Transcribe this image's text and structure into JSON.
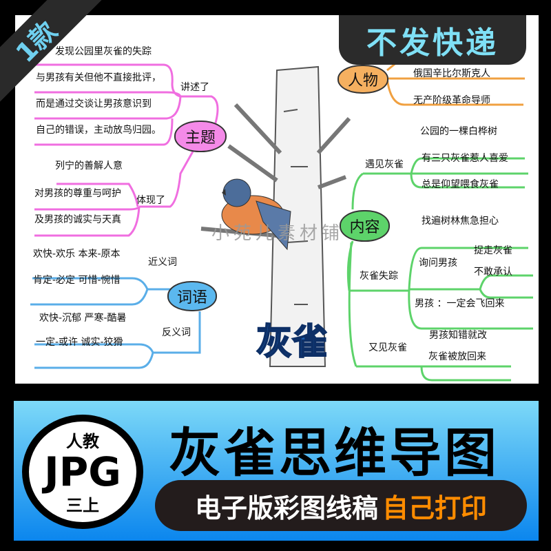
{
  "corner_badge": "1款",
  "top_tag": "不发快递",
  "title": "灰雀",
  "watermark": "小苑儿素材铺",
  "colors": {
    "theme": "#f06ee0",
    "words": "#5aaee8",
    "person": "#f0a040",
    "content": "#5dd36a",
    "banner_top": "#7dd9f8",
    "banner_bottom": "#0b86ee",
    "accent_orange": "#ff8c00"
  },
  "theme": {
    "label": "主题",
    "branches": [
      {
        "label": "讲述了",
        "items": [
          "发现公园里灰雀的失踪",
          "与男孩有关但他不直接批评，",
          "而是通过交谈让男孩意识到",
          "自己的错误，主动放鸟归园。"
        ]
      },
      {
        "label": "体现了",
        "items": [
          "列宁的善解人意",
          "对男孩的尊重与呵护",
          "及男孩的诚实与天真"
        ]
      }
    ]
  },
  "words": {
    "label": "词语",
    "branches": [
      {
        "label": "近义词",
        "items": [
          "欢快-欢乐 本来-原本",
          "肯定-必定 可惜-惋惜"
        ]
      },
      {
        "label": "反义词",
        "items": [
          "欢快-沉郁 严寒-酷暑",
          "一定-或许 诚实-狡猾"
        ]
      }
    ]
  },
  "person": {
    "label": "人物",
    "items": [
      "俄国辛比尔斯克人",
      "无产阶级革命导师"
    ]
  },
  "content": {
    "label": "内容",
    "branches": [
      {
        "label": "遇见灰雀",
        "items": [
          "公园的一棵白桦树",
          "有三只灰雀惹人喜爱",
          "总是仰望喂食灰雀"
        ]
      },
      {
        "label": "灰雀失踪",
        "items": [
          "找遍树林焦急担心",
          "男孩 ：一定会飞回来"
        ],
        "sub": {
          "label": "询问男孩",
          "items": [
            "捉走灰雀",
            "不敢承认"
          ]
        }
      },
      {
        "label": "又见灰雀",
        "items": [
          "男孩知错就改",
          "灰雀被放回来"
        ]
      }
    ]
  },
  "banner": {
    "badge_top": "人教",
    "badge_format": "JPG",
    "badge_grade": "三上",
    "headline": "灰雀思维导图",
    "subline": "电子版彩图线稿",
    "subline_accent": "自己打印"
  }
}
